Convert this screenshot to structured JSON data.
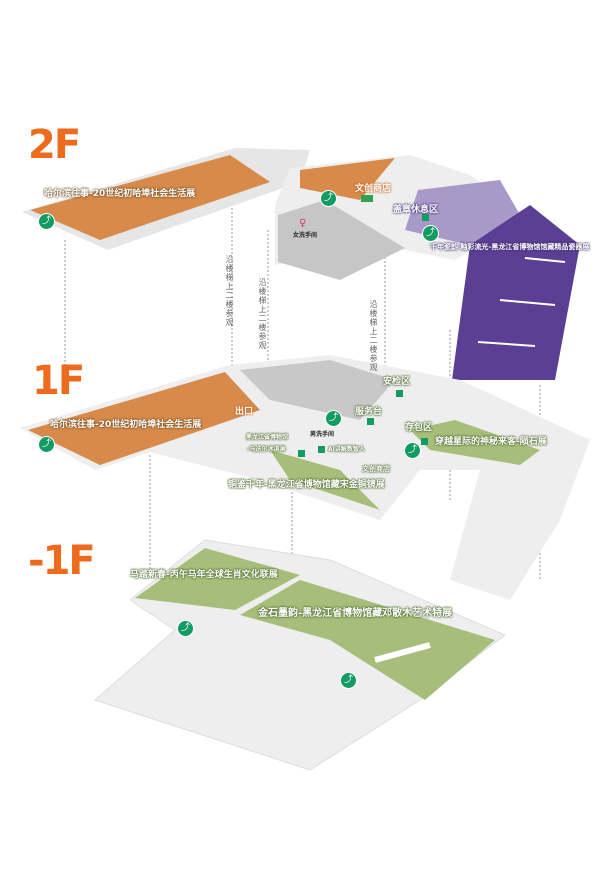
{
  "floors": {
    "f2": "2F",
    "f1": "1F",
    "b1": "-1F"
  },
  "f2_labels": {
    "harbin": "哈尔滨往事-20世纪初哈埠社会生活展",
    "shop": "文创商店",
    "stamp": "盖章休息区",
    "women_wc": "女洗手间",
    "porcelain": "千年瓷韵 釉彩流光-黑龙江省博物馆馆藏精品瓷器展"
  },
  "guide": "沿楼梯上二楼参观",
  "f1_labels": {
    "harbin": "哈尔滨往事-20世纪初哈埠社会生活展",
    "exit": "出口",
    "security": "安检区",
    "service": "服务台",
    "men_wc": "男洗手间",
    "locker": "存包区",
    "meteorite": "穿越星际的神秘来客-陨石展",
    "icecream_1": "黑龙江省博物馆",
    "icecream_2": "-马迭尔冰淇淋",
    "ai": "AI讲解数智人",
    "shop": "文创商店",
    "mirror": "铜鉴千年-黑龙江省博物馆藏宋金铜镜展"
  },
  "b1_labels": {
    "horse": "马踏新春-丙午马年全球生肖文化联展",
    "deng": "金石墨韵-黑龙江省博物馆藏邓散木艺术特展"
  },
  "colors": {
    "orange": "#d88a4a",
    "purple_light": "#a899c9",
    "purple_dark": "#5b3f94",
    "green": "#a7bd7a",
    "gray": "#c8c8c8",
    "floor": "#f0f0f0",
    "accent": "#ee6a1c",
    "icon": "#129b62"
  }
}
